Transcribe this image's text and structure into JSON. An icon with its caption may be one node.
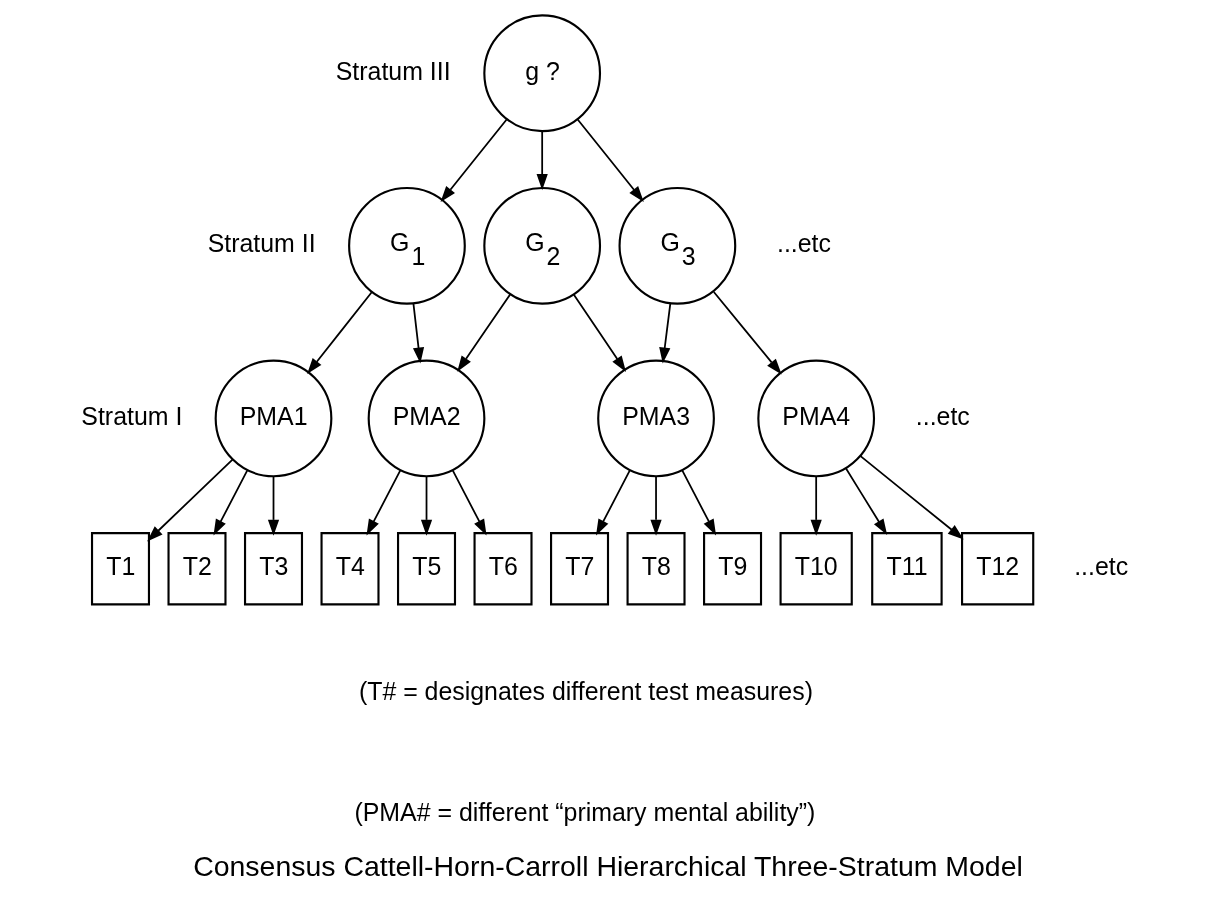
{
  "diagram": {
    "caption": "Consensus Cattell-Horn-Carroll Hierarchical Three-Stratum Model",
    "nodes": [
      {
        "text": [
          "g ?"
        ]
      },
      {
        "text": [
          "G$_{1}$"
        ]
      },
      {
        "text": [
          "G$_{2}$"
        ]
      },
      {
        "text": [
          "G$_{3}$"
        ]
      },
      {
        "text": [
          "PMA1"
        ]
      },
      {
        "text": [
          "PMA2"
        ]
      },
      {
        "text": [
          "PMA3"
        ]
      },
      {
        "text": [
          "PMA4"
        ]
      },
      {
        "text": [
          "T1"
        ]
      },
      {
        "text": [
          "T2"
        ]
      },
      {
        "text": [
          "T3"
        ]
      },
      {
        "text": [
          "T4"
        ]
      },
      {
        "text": [
          "T5"
        ]
      },
      {
        "text": [
          "T6"
        ]
      },
      {
        "text": [
          "T7"
        ]
      },
      {
        "text": [
          "T8"
        ]
      },
      {
        "text": [
          "T9"
        ]
      },
      {
        "text": [
          "T10"
        ]
      },
      {
        "text": [
          "T11"
        ]
      },
      {
        "text": [
          "T12"
        ]
      }
    ],
    "edges": [
      {
        "from": 0,
        "to": 1,
        "arrow": "to"
      },
      {
        "from": 0,
        "to": 2,
        "arrow": "to"
      },
      {
        "from": 0,
        "to": 3,
        "arrow": "to"
      },
      {
        "from": 1,
        "to": 4,
        "arrow": "to"
      },
      {
        "from": 1,
        "to": 5,
        "arrow": "to"
      },
      {
        "from": 2,
        "to": 5,
        "arrow": "to"
      },
      {
        "from": 2,
        "to": 6,
        "arrow": "to"
      },
      {
        "from": 3,
        "to": 6,
        "arrow": "to"
      },
      {
        "from": 3,
        "to": 7,
        "arrow": "to"
      },
      {
        "from": 4,
        "to": 8,
        "arrow": "to"
      },
      {
        "from": 4,
        "to": 9,
        "arrow": "to"
      },
      {
        "from": 4,
        "to": 10,
        "arrow": "to"
      },
      {
        "from": 5,
        "to": 11,
        "arrow": "to"
      },
      {
        "from": 5,
        "to": 12,
        "arrow": "to"
      },
      {
        "from": 5,
        "to": 13,
        "arrow": "to"
      },
      {
        "from": 6,
        "to": 14,
        "arrow": "to"
      },
      {
        "from": 6,
        "to": 15,
        "arrow": "to"
      },
      {
        "from": 6,
        "to": 16,
        "arrow": "to"
      },
      {
        "from": 7,
        "to": 17,
        "arrow": "to"
      },
      {
        "from": 7,
        "to": 18,
        "arrow": "to"
      },
      {
        "from": 7,
        "to": 19,
        "arrow": "to"
      }
    ],
    "labels": [
      "Stratum III",
      "Stratum II",
      "...etc",
      "Stratum I",
      "...etc",
      "...etc",
      "(T# = designates different test measures)",
      "(PMA# = different “primary mental ability”)"
    ]
  }
}
